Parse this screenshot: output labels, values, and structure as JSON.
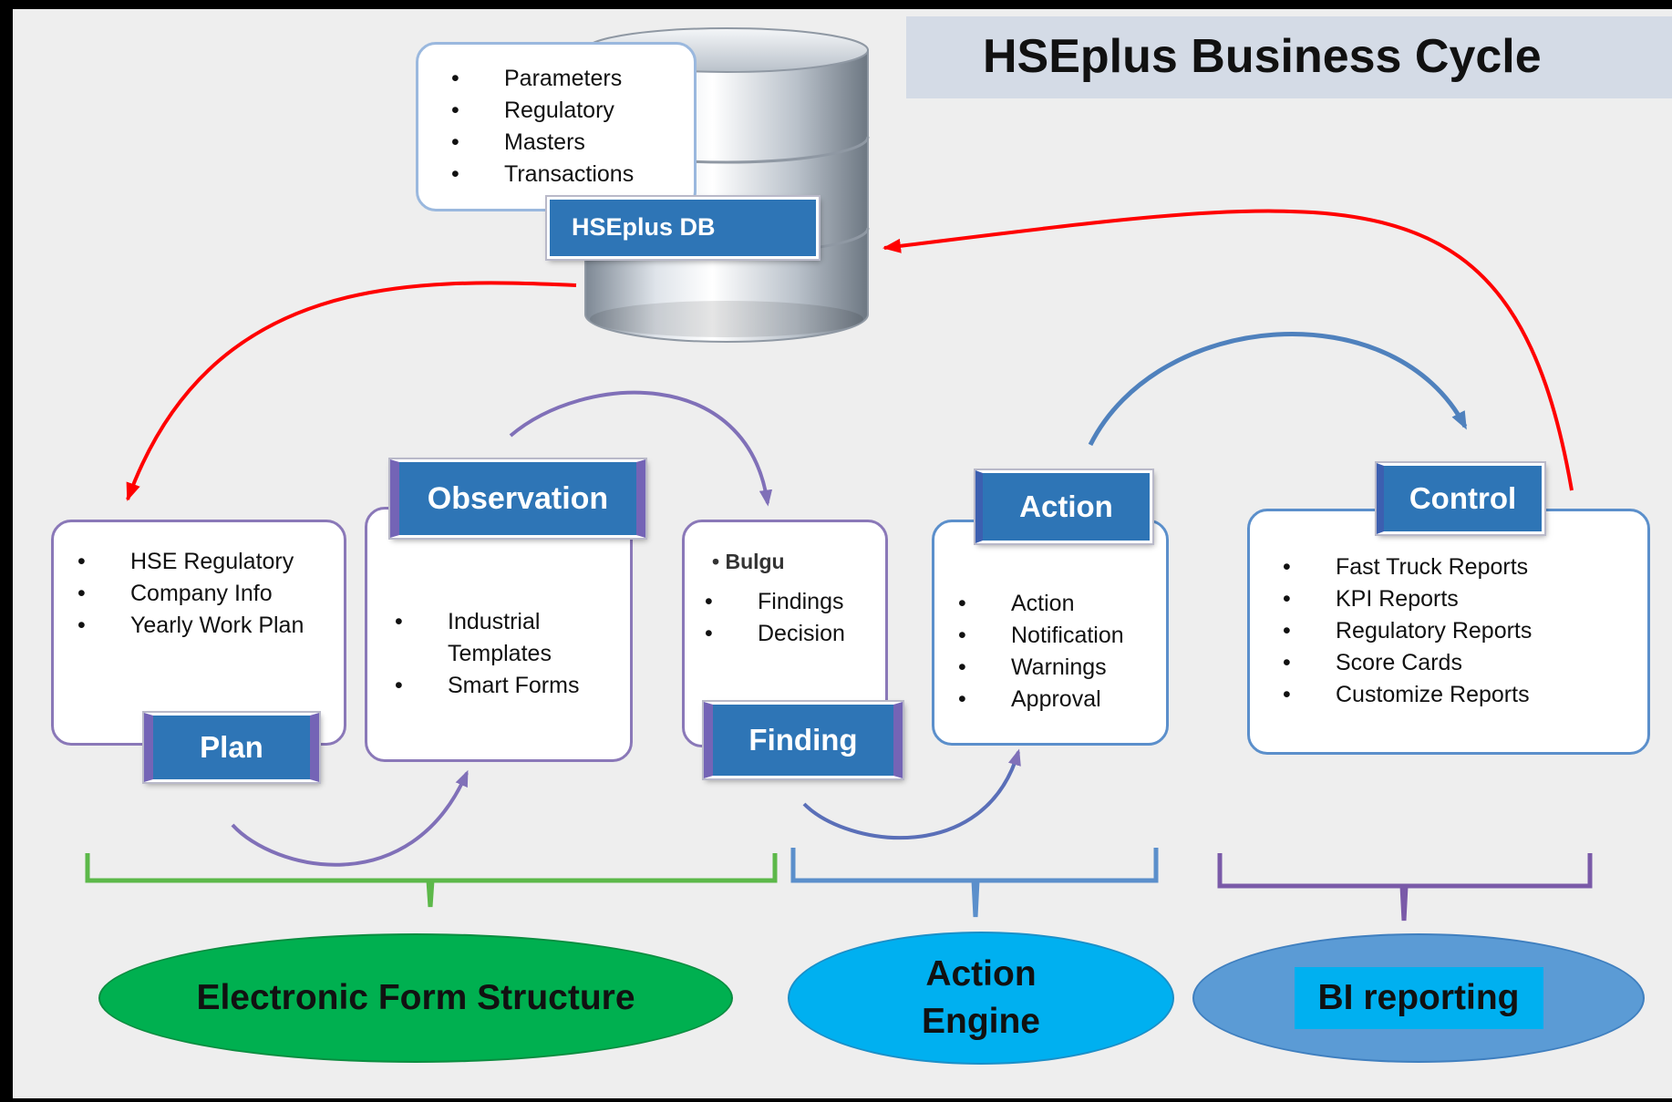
{
  "title": "HSEplus Business Cycle",
  "database": {
    "label": "HSEplus DB",
    "items": [
      "Parameters",
      "Regulatory",
      "Masters",
      "Transactions"
    ]
  },
  "stages": {
    "plan": {
      "label": "Plan",
      "items": [
        "HSE Regulatory",
        "Company Info",
        "Yearly Work Plan"
      ]
    },
    "observation": {
      "label": "Observation",
      "items": [
        "Industrial Templates",
        "Smart Forms"
      ]
    },
    "finding": {
      "label": "Finding",
      "heading": "Bulgu",
      "items": [
        "Findings",
        "Decision"
      ]
    },
    "action": {
      "label": "Action",
      "items": [
        "Action",
        "Notification",
        "Warnings",
        "Approval"
      ]
    },
    "control": {
      "label": "Control",
      "items": [
        "Fast Truck Reports",
        "KPI Reports",
        "Regulatory Reports",
        "Score Cards",
        "Customize Reports"
      ]
    }
  },
  "groups": {
    "electronic_form": {
      "label": "Electronic Form Structure",
      "color": "#00b050"
    },
    "action_engine": {
      "label_line1": "Action",
      "label_line2": "Engine",
      "color": "#00b0f0"
    },
    "bi_reporting": {
      "label": "BI reporting",
      "color": "#5b9bd5",
      "inner_color": "#00b0f0"
    }
  },
  "colors": {
    "flow_red": "#ff0000",
    "arc_purple": "#8070b8",
    "arc_blue": "#4f81bd",
    "brace_green": "#5cb849",
    "brace_blue": "#5b8fcb",
    "brace_purple": "#7a5aa8",
    "tag_blue": "#2e75b6"
  }
}
